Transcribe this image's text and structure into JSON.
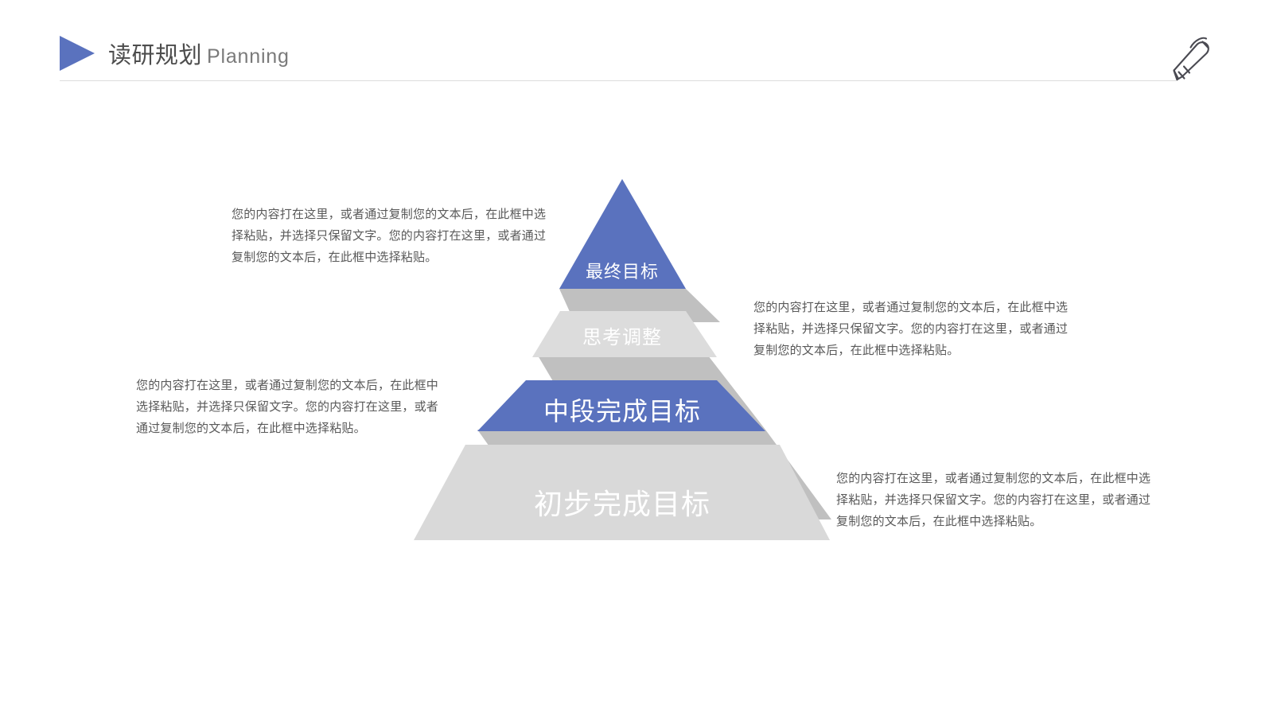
{
  "header": {
    "title_cn": "读研规划",
    "title_en": "Planning",
    "triangle_icon": "play-triangle-icon",
    "pen_icon": "pen-icon",
    "accent_color": "#5a72be",
    "rule_color": "#dcdcdc"
  },
  "pyramid": {
    "shadow_color": "#bdbdbd",
    "layers": [
      {
        "id": "lv1",
        "label": "最终目标",
        "color": "#5a72be",
        "text_color": "#ffffff"
      },
      {
        "id": "lv2",
        "label": "思考调整",
        "color": "#dcdcdc",
        "text_color": "#ffffff"
      },
      {
        "id": "lv3",
        "label": "中段完成目标",
        "color": "#5a72be",
        "text_color": "#ffffff"
      },
      {
        "id": "lv4",
        "label": "初步完成目标",
        "color": "#d9d9d9",
        "text_color": "#ffffff"
      }
    ]
  },
  "descriptions": {
    "d1": "您的内容打在这里，或者通过复制您的文本后，在此框中选择粘贴，并选择只保留文字。您的内容打在这里，或者通过复制您的文本后，在此框中选择粘贴。",
    "d2": "您的内容打在这里，或者通过复制您的文本后，在此框中选择粘贴，并选择只保留文字。您的内容打在这里，或者通过复制您的文本后，在此框中选择粘贴。",
    "d3": "您的内容打在这里，或者通过复制您的文本后，在此框中选择粘贴，并选择只保留文字。您的内容打在这里，或者通过复制您的文本后，在此框中选择粘贴。",
    "d4": "您的内容打在这里，或者通过复制您的文本后，在此框中选择粘贴，并选择只保留文字。您的内容打在这里，或者通过复制您的文本后，在此框中选择粘贴。"
  }
}
